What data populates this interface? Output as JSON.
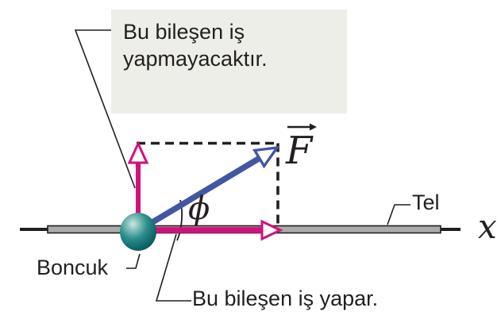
{
  "colors": {
    "component_arrow": "#d1117d",
    "force_vector": "#4456a3",
    "bead_teal": "#157f80",
    "wire_gray": "#ababab",
    "callout_box_bg": "#eeeee8",
    "line_black": "#231f20"
  },
  "callout_no_work": {
    "line1": "Bu bileşen iş",
    "line2": "yapmayacaktır."
  },
  "labels": {
    "does_work": "Bu bileşen iş yapar.",
    "bead": "Boncuk",
    "wire": "Tel",
    "axis_x": "x",
    "force": "F",
    "angle_phi": "ϕ"
  }
}
